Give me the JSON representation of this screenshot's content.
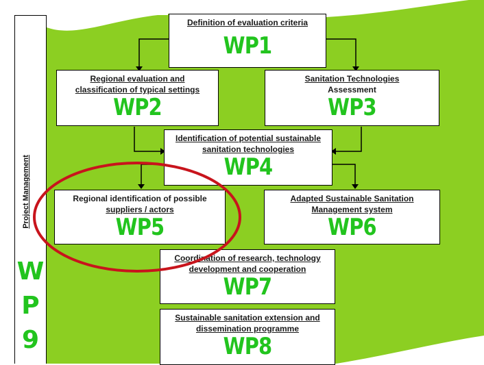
{
  "colors": {
    "flag": "#8ccf22",
    "code": "#22c41e",
    "circle": "#c8141c",
    "line": "#000000"
  },
  "side_bar": {
    "label": "Project Management",
    "code_letters": [
      "W",
      "P",
      "9"
    ]
  },
  "work_packages": [
    {
      "id": "wp1",
      "lines": [
        {
          "text": "Definition of evaluation criteria",
          "u": true
        }
      ],
      "code": "WP1"
    },
    {
      "id": "wp2",
      "lines": [
        {
          "text": "Regional evaluation and",
          "u": true
        },
        {
          "text": "classification of typical settings",
          "u": true
        }
      ],
      "code": "WP2"
    },
    {
      "id": "wp3",
      "lines": [
        {
          "text": "Sanitation Technologies",
          "u": true
        },
        {
          "text": "Assessment",
          "u": false
        }
      ],
      "code": "WP3"
    },
    {
      "id": "wp4",
      "lines": [
        {
          "text": "Identification of potential sustainable",
          "u": true
        },
        {
          "text": "sanitation technologies",
          "u": true
        }
      ],
      "code": "WP4"
    },
    {
      "id": "wp5",
      "lines": [
        {
          "text": "Regional identification of possible",
          "u": false
        },
        {
          "text": "suppliers / actors",
          "u": true
        }
      ],
      "code": "WP5"
    },
    {
      "id": "wp6",
      "lines": [
        {
          "text": "Adapted Sustainable Sanitation",
          "u": true
        },
        {
          "text": "Management system",
          "u": true
        }
      ],
      "code": "WP6"
    },
    {
      "id": "wp7",
      "lines": [
        {
          "text": "Coordination of research, technology",
          "u": true
        },
        {
          "text": "development and cooperation",
          "u": true
        }
      ],
      "code": "WP7"
    },
    {
      "id": "wp8",
      "lines": [
        {
          "text": "Sustainable sanitation extension and",
          "u": true
        },
        {
          "text": "dissemination programme",
          "u": true
        }
      ],
      "code": "WP8"
    }
  ]
}
